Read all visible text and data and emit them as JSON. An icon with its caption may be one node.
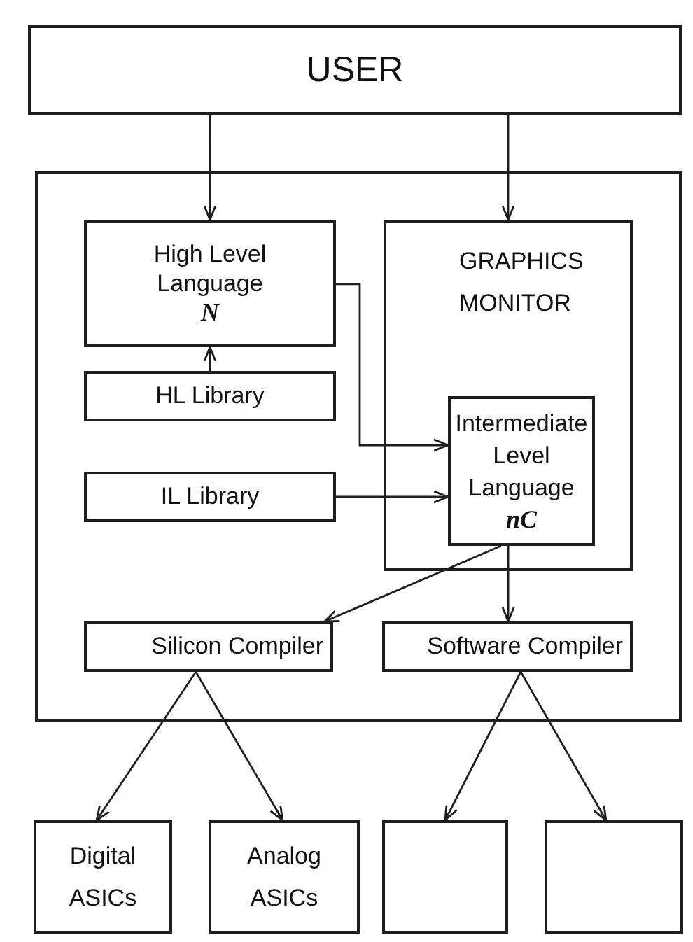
{
  "diagram": {
    "nodes": [
      {
        "text": [
          "USER"
        ]
      },
      {
        "text": [],
        "shape": "box"
      },
      {
        "text": [
          "High Level Language",
          "N"
        ],
        "in": 1
      },
      {
        "text": [
          "GRAPHICS MONITOR"
        ],
        "in": 1
      },
      {
        "text": [
          "HL Library"
        ],
        "in": 1
      },
      {
        "text": [
          "Intermediate Level Language",
          "nC"
        ],
        "in": 3
      },
      {
        "text": [
          "IL Library"
        ],
        "in": 1
      },
      {
        "text": [
          "Silicon Compiler"
        ],
        "in": 1
      },
      {
        "text": [
          "Software Compiler"
        ],
        "in": 1
      },
      {
        "text": [
          "Digital ASICs"
        ]
      },
      {
        "text": [
          "Analog ASICs"
        ]
      },
      {
        "text": [],
        "shape": "box"
      },
      {
        "text": [],
        "shape": "box"
      }
    ],
    "edges": [
      {
        "from": 0,
        "to": 2,
        "arrow": "to"
      },
      {
        "from": 0,
        "to": 3,
        "arrow": "to"
      },
      {
        "from": 4,
        "to": 2,
        "arrow": "to"
      },
      {
        "from": 2,
        "to": 5,
        "arrow": "to"
      },
      {
        "from": 6,
        "to": 5,
        "arrow": "to"
      },
      {
        "from": 5,
        "to": 7,
        "arrow": "to"
      },
      {
        "from": 5,
        "to": 8,
        "arrow": "to"
      },
      {
        "from": 7,
        "to": 9,
        "arrow": "to"
      },
      {
        "from": 7,
        "to": 10,
        "arrow": "to"
      },
      {
        "from": 8,
        "to": 11,
        "arrow": "to"
      },
      {
        "from": 8,
        "to": 12,
        "arrow": "to"
      }
    ]
  }
}
